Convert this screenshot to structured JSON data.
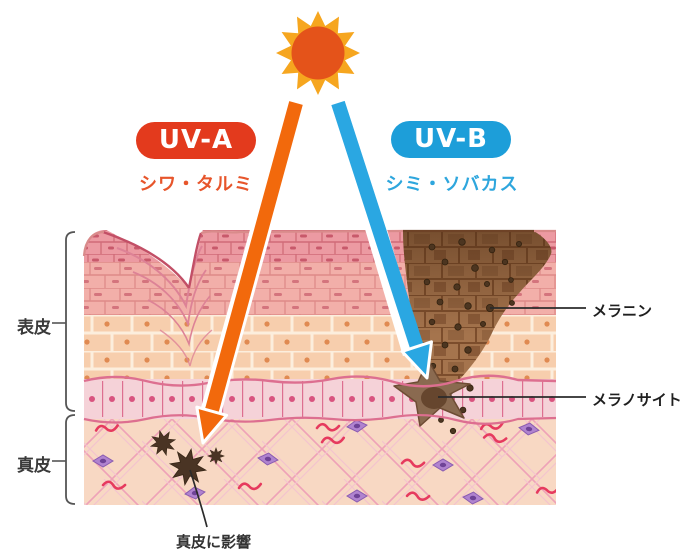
{
  "sun": {
    "icon": "sun-icon",
    "ray_color": "#f6a61f",
    "core_color": "#e4531a"
  },
  "uva": {
    "label": "UV-A",
    "effect": "シワ・タルミ",
    "pill_color": "#e33a1d",
    "beam_color": "#f2690c"
  },
  "uvb": {
    "label": "UV-B",
    "effect": "シミ・ソバカス",
    "pill_color": "#1d9ed9",
    "beam_color": "#2aa7e2"
  },
  "skin": {
    "epidermis_label": "表皮",
    "dermis_label": "真皮"
  },
  "callouts": {
    "melanin": "メラニン",
    "melanocyte": "メラノサイト",
    "dermis_effect": "真皮に影響"
  }
}
